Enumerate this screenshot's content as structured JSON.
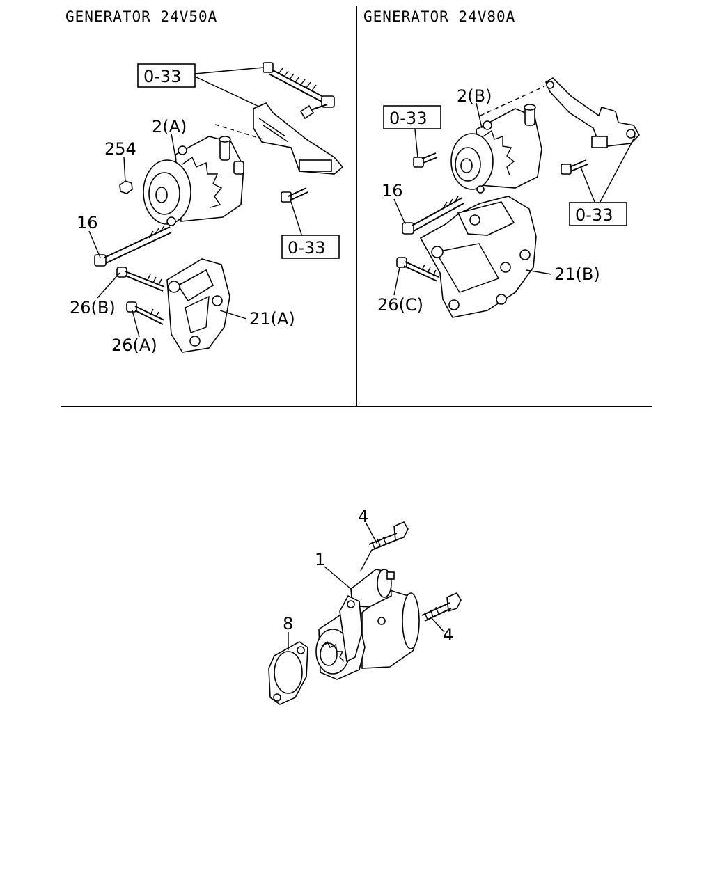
{
  "panels": {
    "left_title": "GENERATOR 24V50A",
    "right_title": "GENERATOR 24V80A"
  },
  "callouts": {
    "ref_left_top": "0-33",
    "ref_left_bottom": "0-33",
    "ref_right_left": "0-33",
    "ref_right_right": "0-33",
    "gen_a": "2(A)",
    "nut_254": "254",
    "bolt_16_left": "16",
    "bolt_26b": "26(B)",
    "bolt_26a": "26(A)",
    "bracket_21a": "21(A)",
    "gen_b": "2(B)",
    "bolt_16_right": "16",
    "bolt_26c": "26(C)",
    "bracket_21b": "21(B)",
    "starter_1": "1",
    "bolt_4_top": "4",
    "bolt_4_right": "4",
    "gasket_8": "8"
  }
}
